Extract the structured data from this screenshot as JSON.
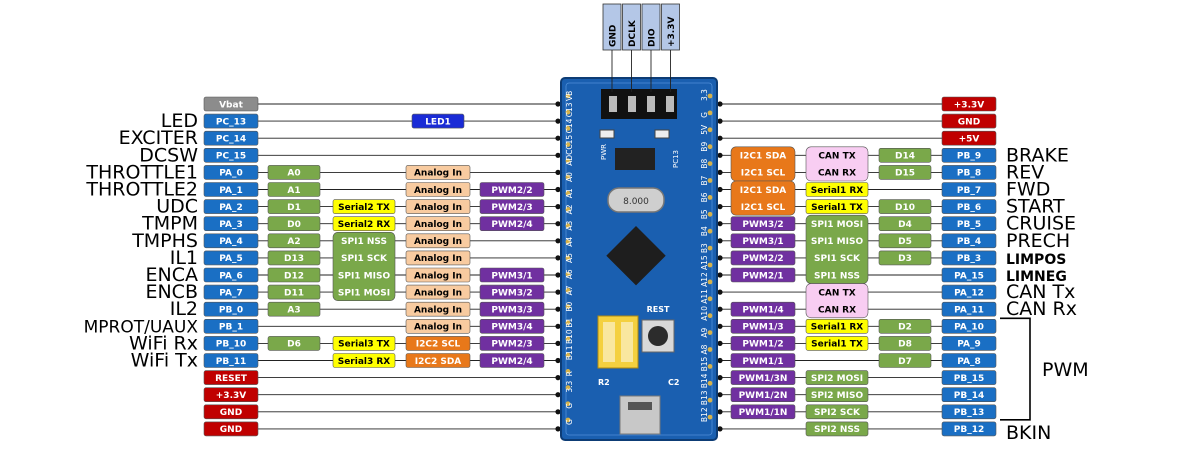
{
  "colors": {
    "pin": "#1a6fc4",
    "gray": "#8c8c8c",
    "power": "#c00000",
    "led": "#1a2bd6",
    "green": "#7aa84a",
    "yellow": "#ffff00",
    "analog": "#f8cba0",
    "i2c": "#e8781a",
    "pwm": "#7030a0",
    "can": "#f8cdf2",
    "board": "#1a5fb0"
  },
  "header_pins": [
    "GND",
    "DCLK",
    "DIO",
    "+3.3V"
  ],
  "board": {
    "left_edge": [
      "VB",
      "C13",
      "C14",
      "C15",
      "ADC",
      "A0",
      "A1",
      "A2",
      "A3",
      "A4",
      "A5",
      "A6",
      "A7",
      "B0",
      "B1",
      "B10",
      "B11",
      "R",
      "3.3",
      "G",
      "G"
    ],
    "right_edge": [
      "3.3",
      "G",
      "5V",
      "B9",
      "B8",
      "B7",
      "B6",
      "B5",
      "B4",
      "B3",
      "A15",
      "A12",
      "A11",
      "A10",
      "A9",
      "A8",
      "B15",
      "B14",
      "B13",
      "B12"
    ],
    "pwr_label": "PWR",
    "pc13_label": "PC13",
    "crystal": "8.000",
    "reset_label": "REST",
    "r2_label": "R2",
    "c2_label": "C2"
  },
  "left_rows": [
    {
      "pin": "Vbat",
      "pin_color": "gray",
      "name": "",
      "tags": []
    },
    {
      "pin": "PC_13",
      "pin_color": "pin",
      "name": "LED",
      "tags": [
        {
          "text": "LED1",
          "color": "led",
          "col": "led"
        }
      ]
    },
    {
      "pin": "PC_14",
      "pin_color": "pin",
      "name": "EXCITER",
      "tags": []
    },
    {
      "pin": "PC_15",
      "pin_color": "pin",
      "name": "DCSW",
      "tags": []
    },
    {
      "pin": "PA_0",
      "pin_color": "pin",
      "name": "THROTTLE1",
      "tags": [
        {
          "text": "A0",
          "color": "green",
          "col": "arduino"
        },
        {
          "text": "Analog In",
          "color": "analog",
          "col": "analog"
        }
      ]
    },
    {
      "pin": "PA_1",
      "pin_color": "pin",
      "name": "THROTTLE2",
      "tags": [
        {
          "text": "A1",
          "color": "green",
          "col": "arduino"
        },
        {
          "text": "Analog In",
          "color": "analog",
          "col": "analog"
        },
        {
          "text": "PWM2/2",
          "color": "pwm",
          "col": "pwm"
        }
      ]
    },
    {
      "pin": "PA_2",
      "pin_color": "pin",
      "name": "UDC",
      "tags": [
        {
          "text": "D1",
          "color": "green",
          "col": "arduino"
        },
        {
          "text": "Serial2 TX",
          "color": "yellow",
          "col": "serial"
        },
        {
          "text": "Analog In",
          "color": "analog",
          "col": "analog"
        },
        {
          "text": "PWM2/3",
          "color": "pwm",
          "col": "pwm"
        }
      ]
    },
    {
      "pin": "PA_3",
      "pin_color": "pin",
      "name": "TMPM",
      "tags": [
        {
          "text": "D0",
          "color": "green",
          "col": "arduino"
        },
        {
          "text": "Serial2 RX",
          "color": "yellow",
          "col": "serial"
        },
        {
          "text": "Analog In",
          "color": "analog",
          "col": "analog"
        },
        {
          "text": "PWM2/4",
          "color": "pwm",
          "col": "pwm"
        }
      ]
    },
    {
      "pin": "PA_4",
      "pin_color": "pin",
      "name": "TMPHS",
      "tags": [
        {
          "text": "A2",
          "color": "green",
          "col": "arduino"
        },
        {
          "text": "Analog In",
          "color": "analog",
          "col": "analog"
        }
      ]
    },
    {
      "pin": "PA_5",
      "pin_color": "pin",
      "name": "IL1",
      "tags": [
        {
          "text": "D13",
          "color": "green",
          "col": "arduino"
        },
        {
          "text": "Analog In",
          "color": "analog",
          "col": "analog"
        }
      ]
    },
    {
      "pin": "PA_6",
      "pin_color": "pin",
      "name": "ENCA",
      "tags": [
        {
          "text": "D12",
          "color": "green",
          "col": "arduino"
        },
        {
          "text": "Analog In",
          "color": "analog",
          "col": "analog"
        },
        {
          "text": "PWM3/1",
          "color": "pwm",
          "col": "pwm"
        }
      ]
    },
    {
      "pin": "PA_7",
      "pin_color": "pin",
      "name": "ENCB",
      "tags": [
        {
          "text": "D11",
          "color": "green",
          "col": "arduino"
        },
        {
          "text": "Analog In",
          "color": "analog",
          "col": "analog"
        },
        {
          "text": "PWM3/2",
          "color": "pwm",
          "col": "pwm"
        }
      ]
    },
    {
      "pin": "PB_0",
      "pin_color": "pin",
      "name": "IL2",
      "tags": [
        {
          "text": "A3",
          "color": "green",
          "col": "arduino"
        },
        {
          "text": "Analog In",
          "color": "analog",
          "col": "analog"
        },
        {
          "text": "PWM3/3",
          "color": "pwm",
          "col": "pwm"
        }
      ]
    },
    {
      "pin": "PB_1",
      "pin_color": "pin",
      "name": "MPROT/UAUX",
      "tags": [
        {
          "text": "Analog In",
          "color": "analog",
          "col": "analog"
        },
        {
          "text": "PWM3/4",
          "color": "pwm",
          "col": "pwm"
        }
      ]
    },
    {
      "pin": "PB_10",
      "pin_color": "pin",
      "name": "WiFi Rx",
      "tags": [
        {
          "text": "D6",
          "color": "green",
          "col": "arduino"
        },
        {
          "text": "Serial3 TX",
          "color": "yellow",
          "col": "serial"
        },
        {
          "text": "I2C2   SCL",
          "color": "i2c",
          "col": "analog"
        },
        {
          "text": "PWM2/3",
          "color": "pwm",
          "col": "pwm"
        }
      ]
    },
    {
      "pin": "PB_11",
      "pin_color": "pin",
      "name": "WiFi Tx",
      "tags": [
        {
          "text": "Serial3 RX",
          "color": "yellow",
          "col": "serial"
        },
        {
          "text": "I2C2   SDA",
          "color": "i2c",
          "col": "analog"
        },
        {
          "text": "PWM2/4",
          "color": "pwm",
          "col": "pwm"
        }
      ]
    },
    {
      "pin": "RESET",
      "pin_color": "power",
      "name": "",
      "tags": []
    },
    {
      "pin": "+3.3V",
      "pin_color": "power",
      "name": "",
      "tags": []
    },
    {
      "pin": "GND",
      "pin_color": "power",
      "name": "",
      "tags": []
    },
    {
      "pin": "GND",
      "pin_color": "power",
      "name": "",
      "tags": []
    }
  ],
  "left_groups": [
    {
      "labels": [
        "SPI1 NSS",
        "SPI1 SCK",
        "SPI1 MISO",
        "SPI1 MOSI"
      ],
      "color": "green",
      "col": "serial",
      "first_row": 8,
      "rows": 4
    }
  ],
  "right_rows": [
    {
      "pin": "+3.3V",
      "pin_color": "power",
      "name": "",
      "tags": []
    },
    {
      "pin": "GND",
      "pin_color": "power",
      "name": "",
      "tags": []
    },
    {
      "pin": "+5V",
      "pin_color": "power",
      "name": "",
      "tags": []
    },
    {
      "pin": "PB_9",
      "pin_color": "pin",
      "name": "BRAKE",
      "tags": [
        {
          "text": "D14",
          "color": "green",
          "col": "arduino"
        }
      ]
    },
    {
      "pin": "PB_8",
      "pin_color": "pin",
      "name": "REV",
      "tags": [
        {
          "text": "D15",
          "color": "green",
          "col": "arduino"
        }
      ]
    },
    {
      "pin": "PB_7",
      "pin_color": "pin",
      "name": "FWD",
      "tags": [
        {
          "text": "Serial1 RX",
          "color": "yellow",
          "col": "serial"
        }
      ]
    },
    {
      "pin": "PB_6",
      "pin_color": "pin",
      "name": "START",
      "tags": [
        {
          "text": "D10",
          "color": "green",
          "col": "arduino"
        },
        {
          "text": "Serial1 TX",
          "color": "yellow",
          "col": "serial"
        }
      ]
    },
    {
      "pin": "PB_5",
      "pin_color": "pin",
      "name": "CRUISE",
      "tags": [
        {
          "text": "D4",
          "color": "green",
          "col": "arduino"
        },
        {
          "text": "PWM3/2",
          "color": "pwm",
          "col": "pwm"
        }
      ]
    },
    {
      "pin": "PB_4",
      "pin_color": "pin",
      "name": "PRECH",
      "tags": [
        {
          "text": "D5",
          "color": "green",
          "col": "arduino"
        },
        {
          "text": "PWM3/1",
          "color": "pwm",
          "col": "pwm"
        }
      ]
    },
    {
      "pin": "PB_3",
      "pin_color": "pin",
      "name": "LIMPOS",
      "tags": [
        {
          "text": "D3",
          "color": "green",
          "col": "arduino"
        },
        {
          "text": "PWM2/2",
          "color": "pwm",
          "col": "pwm"
        }
      ]
    },
    {
      "pin": "PA_15",
      "pin_color": "pin",
      "name": "LIMNEG",
      "tags": [
        {
          "text": "PWM2/1",
          "color": "pwm",
          "col": "pwm"
        }
      ]
    },
    {
      "pin": "PA_12",
      "pin_color": "pin",
      "name": "CAN Tx",
      "tags": []
    },
    {
      "pin": "PA_11",
      "pin_color": "pin",
      "name": "CAN Rx",
      "tags": [
        {
          "text": "PWM1/4",
          "color": "pwm",
          "col": "pwm"
        }
      ]
    },
    {
      "pin": "PA_10",
      "pin_color": "pin",
      "name": "",
      "tags": [
        {
          "text": "D2",
          "color": "green",
          "col": "arduino"
        },
        {
          "text": "Serial1 RX",
          "color": "yellow",
          "col": "serial"
        },
        {
          "text": "PWM1/3",
          "color": "pwm",
          "col": "pwm"
        }
      ]
    },
    {
      "pin": "PA_9",
      "pin_color": "pin",
      "name": "",
      "tags": [
        {
          "text": "D8",
          "color": "green",
          "col": "arduino"
        },
        {
          "text": "Serial1 TX",
          "color": "yellow",
          "col": "serial"
        },
        {
          "text": "PWM1/2",
          "color": "pwm",
          "col": "pwm"
        }
      ]
    },
    {
      "pin": "PA_8",
      "pin_color": "pin",
      "name": "",
      "tags": [
        {
          "text": "D7",
          "color": "green",
          "col": "arduino"
        },
        {
          "text": "PWM1/1",
          "color": "pwm",
          "col": "pwm"
        }
      ]
    },
    {
      "pin": "PB_15",
      "pin_color": "pin",
      "name": "",
      "tags": [
        {
          "text": "SPI2 MOSI",
          "color": "green",
          "col": "serial"
        },
        {
          "text": "PWM1/3N",
          "color": "pwm",
          "col": "pwm"
        }
      ]
    },
    {
      "pin": "PB_14",
      "pin_color": "pin",
      "name": "",
      "tags": [
        {
          "text": "SPI2 MISO",
          "color": "green",
          "col": "serial"
        },
        {
          "text": "PWM1/2N",
          "color": "pwm",
          "col": "pwm"
        }
      ]
    },
    {
      "pin": "PB_13",
      "pin_color": "pin",
      "name": "",
      "tags": [
        {
          "text": "SPI2 SCK",
          "color": "green",
          "col": "serial"
        },
        {
          "text": "PWM1/1N",
          "color": "pwm",
          "col": "pwm"
        }
      ]
    },
    {
      "pin": "PB_12",
      "pin_color": "pin",
      "name": "BKIN",
      "tags": [
        {
          "text": "SPI2 NSS",
          "color": "green",
          "col": "serial"
        }
      ]
    }
  ],
  "right_groups": [
    {
      "labels": [
        "CAN TX",
        "CAN RX"
      ],
      "color": "can",
      "col": "serial",
      "first_row": 3,
      "rows": 2
    },
    {
      "labels": [
        "I2C1   SDA",
        "I2C1   SCL"
      ],
      "color": "i2c",
      "col": "pwm",
      "first_row": 3,
      "rows": 2
    },
    {
      "labels": [
        "I2C1   SDA",
        "I2C1   SCL"
      ],
      "color": "i2c",
      "col": "pwm",
      "first_row": 5,
      "rows": 2
    },
    {
      "labels": [
        "SPI1 MOSI",
        "SPI1 MISO",
        "SPI1 SCK",
        "SPI1 NSS"
      ],
      "color": "green",
      "col": "serial",
      "first_row": 7,
      "rows": 4
    },
    {
      "labels": [
        "CAN TX",
        "CAN RX"
      ],
      "color": "can",
      "col": "serial",
      "first_row": 11,
      "rows": 2
    }
  ],
  "pwm_bracket": {
    "label": "PWM",
    "first_row": 13,
    "last_row": 18
  }
}
